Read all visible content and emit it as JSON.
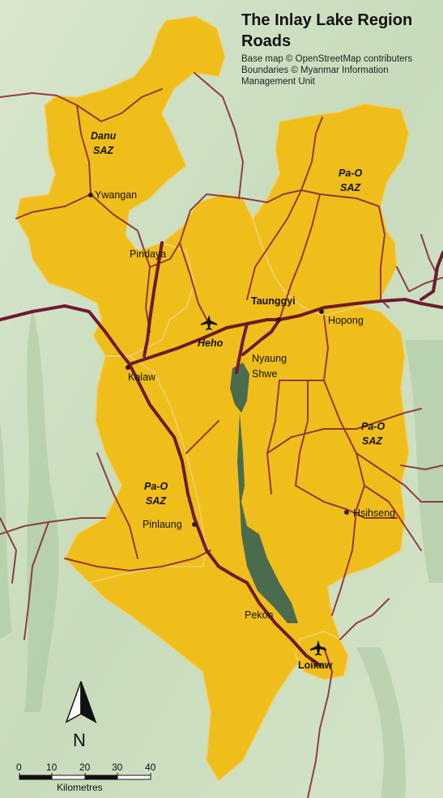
{
  "title": {
    "line1": "The Inlay Lake Region",
    "line2": "Roads"
  },
  "credits": {
    "basemap": "Base map © OpenStreetMap contributers",
    "boundaries": "Boundaries © Myanmar Information Management Unit"
  },
  "regions": {
    "danu": [
      "Danu",
      "SAZ"
    ],
    "pao_ne": [
      "Pa-O",
      "SAZ"
    ],
    "pao_e": [
      "Pa-O",
      "SAZ"
    ],
    "pao_w": [
      "Pa-O",
      "SAZ"
    ]
  },
  "places": {
    "ywangan": "Ywangan",
    "pindaya": "Pindaya",
    "taunggyi": "Taunggyi",
    "hopong": "Hopong",
    "heho": "Heho",
    "kalaw": "Kalaw",
    "nyaungshwe_1": "Nyaung",
    "nyaungshwe_2": "Shwe",
    "pinlaung": "Pinlaung",
    "hsihseng": "Hsihseng",
    "pekon": "Pekon",
    "loikaw": "Loikaw"
  },
  "compass": {
    "label": "N"
  },
  "scale_bar": {
    "ticks": [
      "0",
      "10",
      "20",
      "30",
      "40"
    ],
    "unit": "Kilometres"
  },
  "colors": {
    "region_fill": "#f0be1a",
    "major_road": "#6e1a30",
    "minor_road": "#8a2b3b",
    "lake": "#4a6b4e",
    "terrain": "#cfe0c4"
  },
  "icons": [
    "airport-icon",
    "compass-icon"
  ]
}
